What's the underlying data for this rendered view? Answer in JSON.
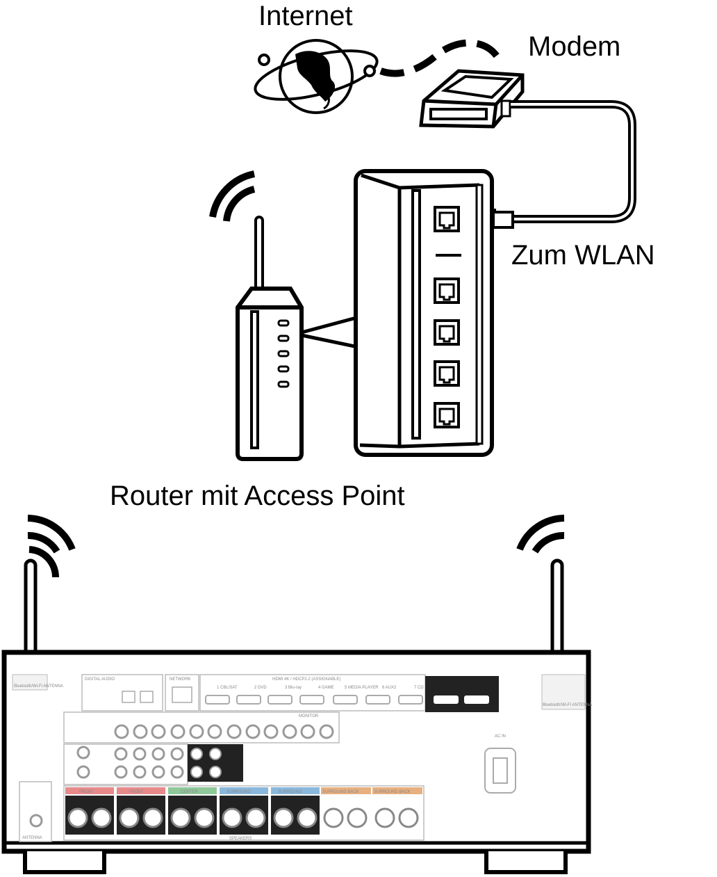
{
  "labels": {
    "internet": "Internet",
    "modem": "Modem",
    "zum_wlan": "Zum WLAN",
    "router": "Router mit Access Point"
  },
  "receiver_panel": {
    "antenna_left": "Bluetooth/Wi-Fi ANTENNA",
    "antenna_right": "Bluetooth/Wi-Fi ANTENNA",
    "digital_audio": "DIGITAL AUDIO",
    "network": "NETWORK",
    "hdmi": "HDMI 4K / HDCP2.2 (ASSIGNABLE)",
    "hdmi_inputs": [
      "1 CBL/SAT",
      "2 DVD",
      "3 Blu-ray",
      "4 GAME",
      "5 MEDIA PLAYER",
      "6 AUX2",
      "7 CD"
    ],
    "monitor": "MONITOR",
    "ac_in": "AC IN",
    "antenna": "ANTENNA",
    "speakers": "SPEAKERS",
    "speaker_groups": [
      "FRONT",
      "FRONT",
      "CENTER",
      "SURROUND",
      "SURROUND",
      "SURROUND BACK",
      "SURROUND BACK"
    ]
  },
  "colors": {
    "line": "#000000",
    "panel_gray": "#c8c8c8",
    "front_red": "#e88a8a",
    "center_green": "#8fc89a",
    "surround_blue": "#8ab8dd",
    "surround_back_orange": "#e8b080"
  }
}
